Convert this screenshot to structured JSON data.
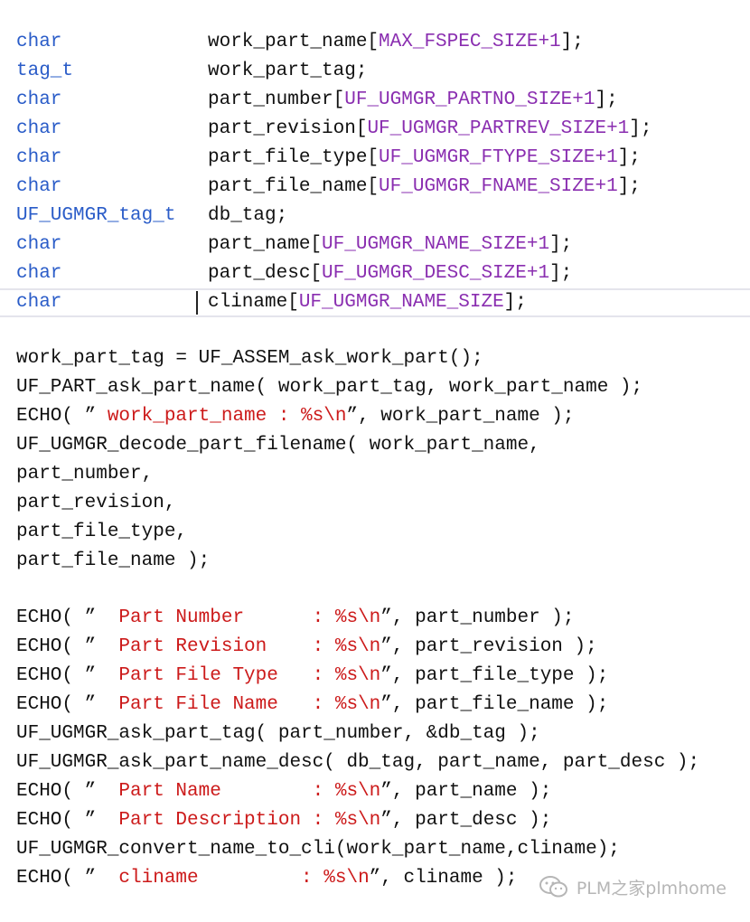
{
  "declarations": [
    {
      "type": "char",
      "before": "work_part_name[",
      "macro": "MAX_FSPEC_SIZE+1",
      "after": "];"
    },
    {
      "type": "tag_t",
      "before": "work_part_tag;",
      "macro": "",
      "after": ""
    },
    {
      "type": "char",
      "before": "part_number[",
      "macro": "UF_UGMGR_PARTNO_SIZE+1",
      "after": "];"
    },
    {
      "type": "char",
      "before": "part_revision[",
      "macro": "UF_UGMGR_PARTREV_SIZE+1",
      "after": "];"
    },
    {
      "type": "char",
      "before": "part_file_type[",
      "macro": "UF_UGMGR_FTYPE_SIZE+1",
      "after": "];"
    },
    {
      "type": "char",
      "before": "part_file_name[",
      "macro": "UF_UGMGR_FNAME_SIZE+1",
      "after": "];"
    },
    {
      "type": "UF_UGMGR_tag_t",
      "before": "db_tag;",
      "macro": "",
      "after": ""
    },
    {
      "type": "char",
      "before": "part_name[",
      "macro": "UF_UGMGR_NAME_SIZE+1",
      "after": "];"
    },
    {
      "type": "char",
      "before": "part_desc[",
      "macro": "UF_UGMGR_DESC_SIZE+1",
      "after": "];"
    },
    {
      "type": "char",
      "before": "cliname[",
      "macro": "UF_UGMGR_NAME_SIZE",
      "after": "];"
    }
  ],
  "statements1": [
    {
      "before": "work_part_tag = UF_ASSEM_ask_work_part();",
      "str": "",
      "after": ""
    },
    {
      "before": "UF_PART_ask_part_name( work_part_tag, work_part_name );",
      "str": "",
      "after": ""
    },
    {
      "before": "ECHO( ”",
      "str": " work_part_name : %s\\n",
      "after": "”, work_part_name );"
    },
    {
      "before": "UF_UGMGR_decode_part_filename( work_part_name,",
      "str": "",
      "after": ""
    },
    {
      "before": "part_number,",
      "str": "",
      "after": ""
    },
    {
      "before": "part_revision,",
      "str": "",
      "after": ""
    },
    {
      "before": "part_file_type,",
      "str": "",
      "after": ""
    },
    {
      "before": "part_file_name );",
      "str": "",
      "after": ""
    }
  ],
  "statements2": [
    {
      "before": "ECHO( ”",
      "str": "  Part Number      : %s\\n",
      "after": "”, part_number );"
    },
    {
      "before": "ECHO( ”",
      "str": "  Part Revision    : %s\\n",
      "after": "”, part_revision );"
    },
    {
      "before": "ECHO( ”",
      "str": "  Part File Type   : %s\\n",
      "after": "”, part_file_type );"
    },
    {
      "before": "ECHO( ”",
      "str": "  Part File Name   : %s\\n",
      "after": "”, part_file_name );"
    },
    {
      "before": "UF_UGMGR_ask_part_tag( part_number, &db_tag );",
      "str": "",
      "after": ""
    },
    {
      "before": "UF_UGMGR_ask_part_name_desc( db_tag, part_name, part_desc );",
      "str": "",
      "after": ""
    },
    {
      "before": "ECHO( ”",
      "str": "  Part Name        : %s\\n",
      "after": "”, part_name );"
    },
    {
      "before": "ECHO( ”",
      "str": "  Part Description : %s\\n",
      "after": "”, part_desc );"
    },
    {
      "before": "UF_UGMGR_convert_name_to_cli(work_part_name,cliname);",
      "str": "",
      "after": ""
    },
    {
      "before": "ECHO( ”",
      "str": "  cliname         : %s\\n",
      "after": "”, cliname );"
    }
  ],
  "watermark": {
    "text": "PLM之家plmhome",
    "icon": "wechat-icon"
  },
  "colors": {
    "type": "#2a5cc8",
    "macro": "#8a2eb0",
    "string": "#cc1a1a",
    "text": "#111111"
  }
}
